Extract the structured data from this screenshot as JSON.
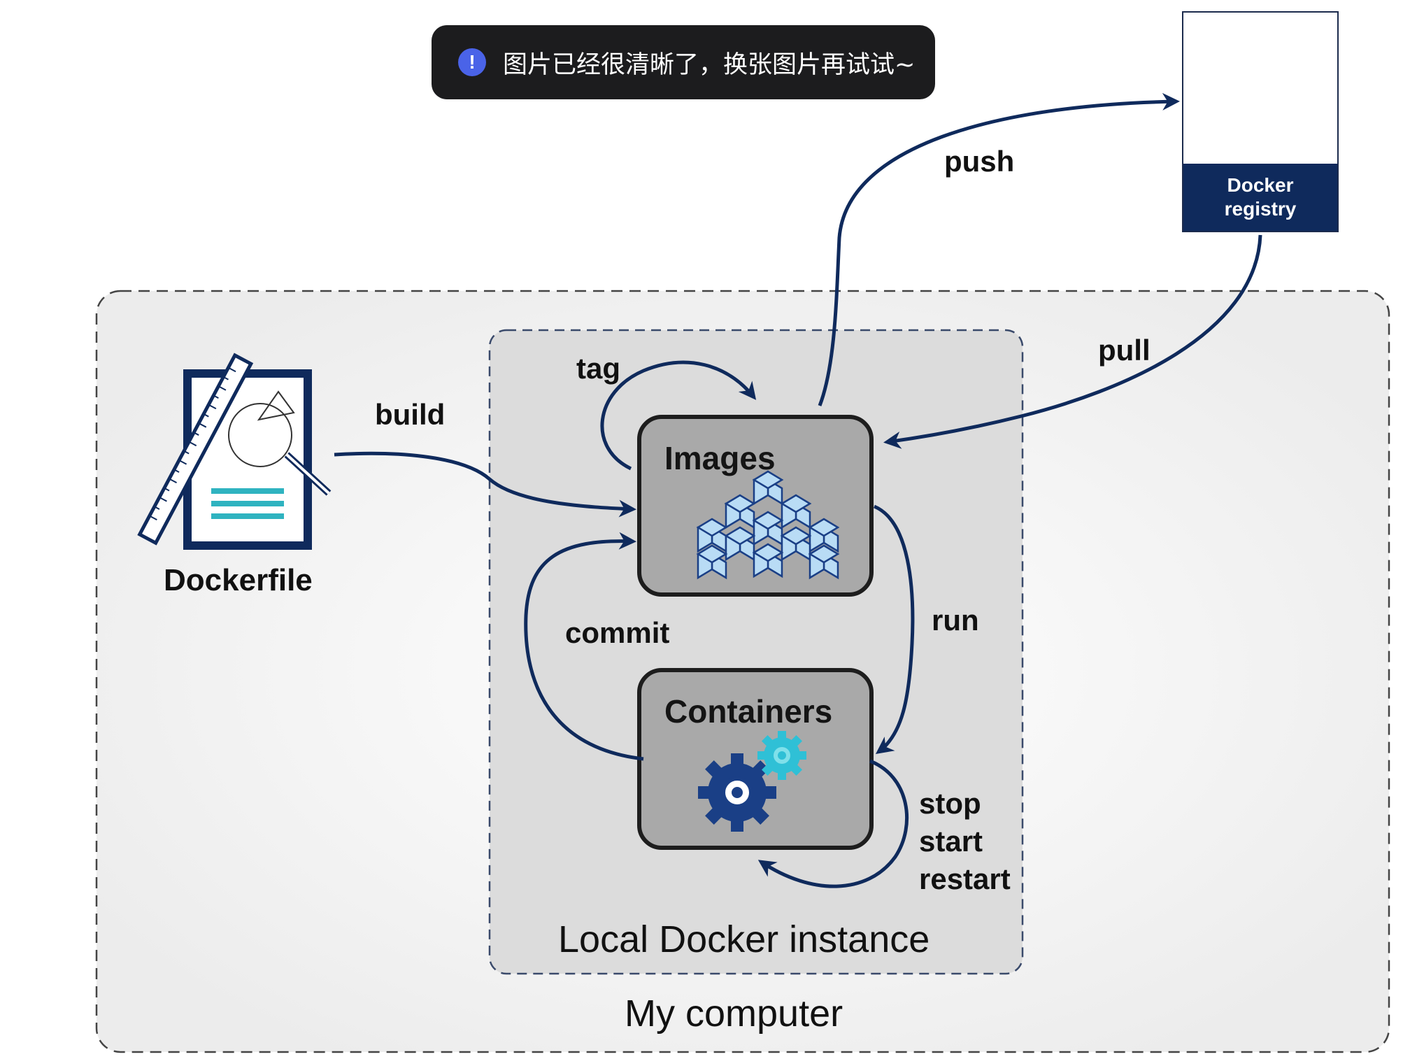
{
  "toast": {
    "icon": "!",
    "message": "图片已经很清晰了，换张图片再试试~"
  },
  "registry": {
    "icon": "docker-whale-icon",
    "line1": "Docker",
    "line2": "registry"
  },
  "groups": {
    "outer": "My computer",
    "inner": "Local Docker instance"
  },
  "nodes": {
    "dockerfile": "Dockerfile",
    "images": "Images",
    "containers": "Containers"
  },
  "edges": {
    "build": "build",
    "tag": "tag",
    "push": "push",
    "pull": "pull",
    "run": "run",
    "commit": "commit",
    "stop": "stop",
    "start": "start",
    "restart": "restart"
  },
  "colors": {
    "arrow": "#0f2a5c",
    "box_fill": "#a9a9a9",
    "panel_outer": "#f1f1f1",
    "panel_inner": "#dcdcdc",
    "cube": "#b9dcf5",
    "gear_dark": "#1a3f86",
    "gear_light": "#2fc0d6"
  }
}
